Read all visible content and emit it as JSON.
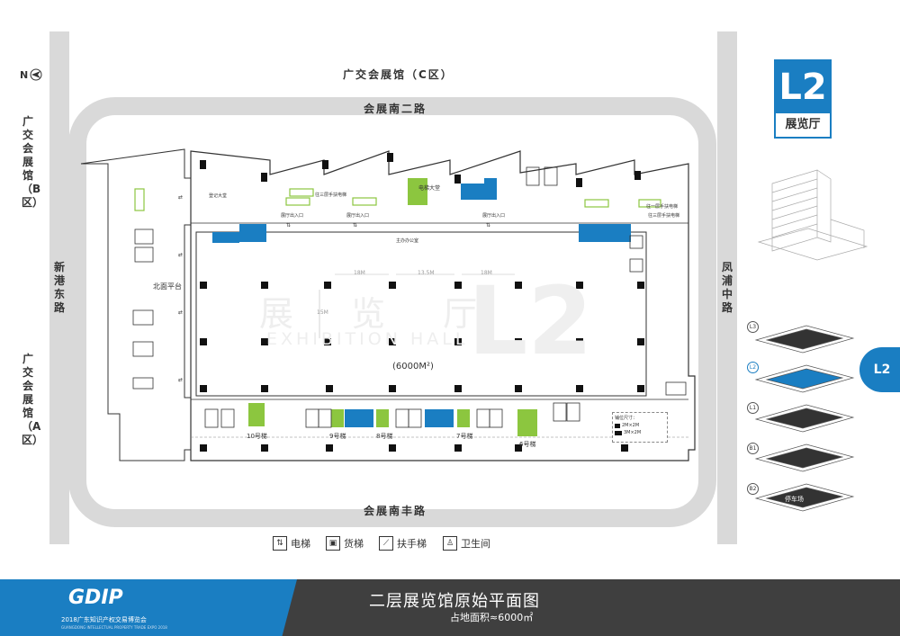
{
  "compass": {
    "label": "N"
  },
  "roads": {
    "top_hall": "广交会展馆（C区）",
    "north_road": "会展南二路",
    "south_road": "会展南丰路",
    "west_top_hall": "广交会展馆（B区）",
    "west_bottom_hall": "广交会展馆（A区）",
    "west_road": "新港东路",
    "east_road": "凤浦中路"
  },
  "level_badge": {
    "code": "L2",
    "name": "展览厅"
  },
  "watermark": {
    "cn": "展 览 厅",
    "en": "EXHIBITION HALL",
    "big": "L2"
  },
  "plan": {
    "area": "(6000M²)",
    "north_platform": "北面平台",
    "dims": [
      "18M",
      "13.5M",
      "18M"
    ],
    "dim_v": "15M",
    "elevators": [
      "10号梯",
      "9号梯",
      "8号梯",
      "7号梯",
      "6号梯"
    ],
    "small_labels": {
      "hall_label": "登记大堂",
      "ele_hall": "电梯大堂",
      "office": "主办办公室",
      "entry1": "展厅出入口",
      "entry2": "展厅出入口",
      "entry3": "展厅出入口",
      "to3f": "往三层手扶电梯",
      "to3f_b": "往三层手扶电梯",
      "to1f": "往一层手扶电梯"
    },
    "booth_legend": {
      "title": "铺位尺寸：",
      "item1": "2M×2M",
      "item2": "3M×2M"
    }
  },
  "levels": [
    {
      "code": "L3"
    },
    {
      "code": "L2",
      "active": true
    },
    {
      "code": "L1"
    },
    {
      "code": "B1"
    },
    {
      "code": "B2",
      "label": "停车场"
    }
  ],
  "side_badge": "L2",
  "legend": [
    {
      "icon": "elevator-icon",
      "label": "电梯"
    },
    {
      "icon": "freight-elevator-icon",
      "label": "货梯"
    },
    {
      "icon": "escalator-icon",
      "label": "扶手梯"
    },
    {
      "icon": "restroom-icon",
      "label": "卫生间"
    }
  ],
  "footer": {
    "logo_text": "GDIP",
    "logo_sub": "2018广东知识产权交易博览会",
    "logo_sub_en": "GUANGDONG INTELLECTUAL PROPERTY TRADE EXPO 2018",
    "title": "二层展览馆原始平面图",
    "subtitle": "占地面积≈6000㎡"
  },
  "colors": {
    "accent": "#1a7ec2",
    "green": "#8cc63f",
    "road": "#d9d9d9",
    "footer": "#3f3f3f"
  }
}
